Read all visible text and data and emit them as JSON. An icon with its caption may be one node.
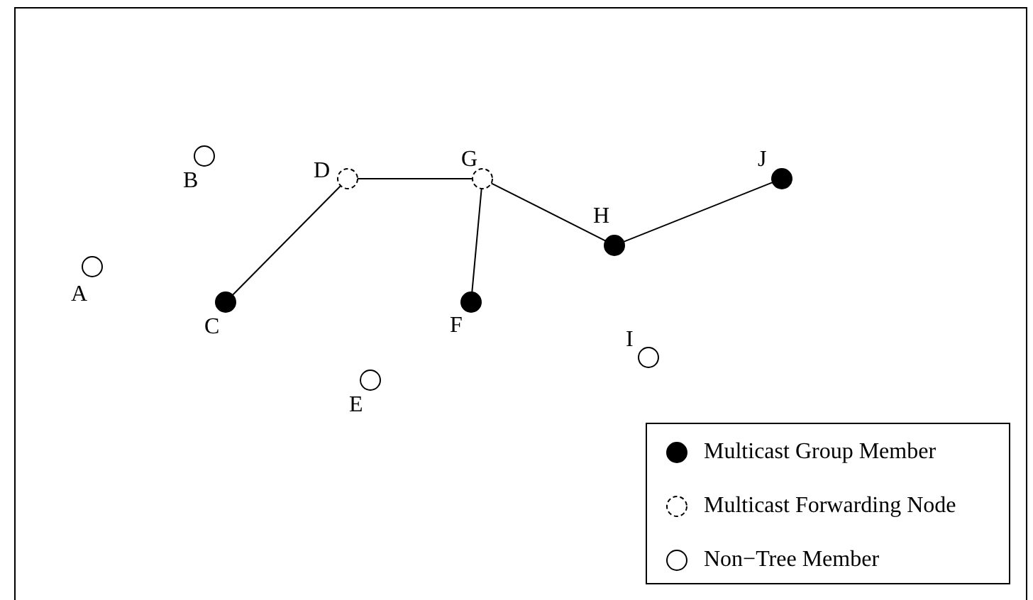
{
  "diagram": {
    "nodes": [
      {
        "text": [],
        "shape": "circle",
        "beside": [
          "A"
        ]
      },
      {
        "text": [],
        "shape": "circle",
        "beside": [
          "B"
        ]
      },
      {
        "text": [],
        "shape": "circle",
        "beside": [
          "C"
        ]
      },
      {
        "text": [],
        "shape": "circle",
        "beside": [
          "D"
        ]
      },
      {
        "text": [],
        "shape": "circle",
        "beside": [
          "E"
        ]
      },
      {
        "text": [],
        "shape": "circle",
        "beside": [
          "F"
        ]
      },
      {
        "text": [],
        "shape": "circle",
        "beside": [
          "G"
        ]
      },
      {
        "text": [],
        "shape": "circle",
        "beside": [
          "H"
        ]
      },
      {
        "text": [],
        "shape": "circle",
        "beside": [
          "I"
        ]
      },
      {
        "text": [],
        "shape": "circle",
        "beside": [
          "J"
        ]
      }
    ],
    "edges": [
      {
        "from": 2,
        "to": 3,
        "arrow": "none"
      },
      {
        "from": 3,
        "to": 6,
        "arrow": "none"
      },
      {
        "from": 6,
        "to": 5,
        "arrow": "none"
      },
      {
        "from": 6,
        "to": 7,
        "arrow": "none"
      },
      {
        "from": 7,
        "to": 9,
        "arrow": "none"
      }
    ],
    "legend": [
      {
        "text": "Multicast Group Member"
      },
      {
        "text": "Multicast Forwarding Node"
      },
      {
        "text": "Non−Tree Member"
      }
    ]
  }
}
